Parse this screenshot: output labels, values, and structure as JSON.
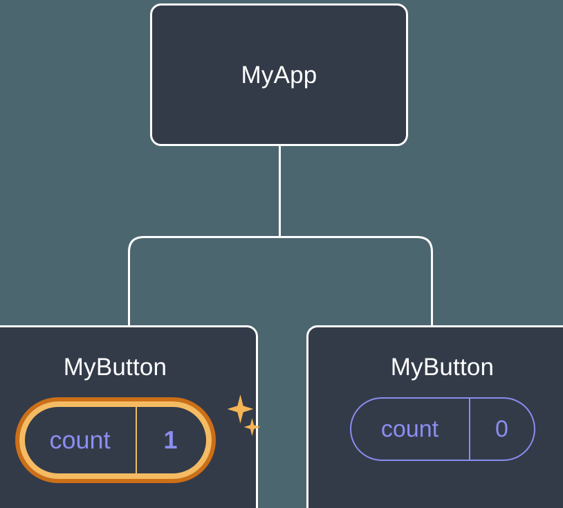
{
  "diagram": {
    "type": "component-tree",
    "background_color": "#4c666f",
    "node_fill_color": "#333b49",
    "node_border_color": "#ffffff",
    "connector_color": "#ffffff",
    "accent_highlight_outer": "#cc6f17",
    "accent_highlight_inner": "#f5bb63",
    "sparkle_color": "#f5b455",
    "state_text_color": "#8b8ef0"
  },
  "root": {
    "title": "MyApp"
  },
  "children": [
    {
      "title": "MyButton",
      "state": {
        "key": "count",
        "value": "1"
      },
      "highlighted": true,
      "sparkles": [
        {
          "name": "sparkle-large"
        },
        {
          "name": "sparkle-small"
        }
      ]
    },
    {
      "title": "MyButton",
      "state": {
        "key": "count",
        "value": "0"
      },
      "highlighted": false
    }
  ]
}
